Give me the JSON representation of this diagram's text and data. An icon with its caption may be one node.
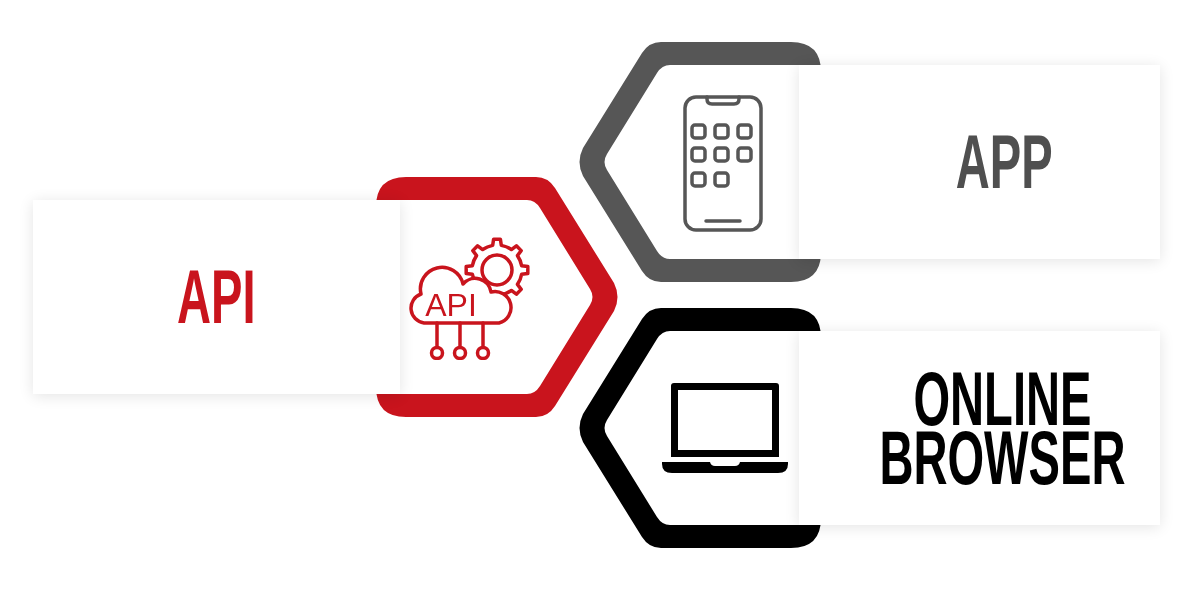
{
  "diagram": {
    "nodes": [
      {
        "text": [
          "API",
          "API"
        ]
      },
      {
        "text": [
          "APP"
        ]
      },
      {
        "text": [
          "ONLINE BROWSER"
        ]
      }
    ]
  }
}
